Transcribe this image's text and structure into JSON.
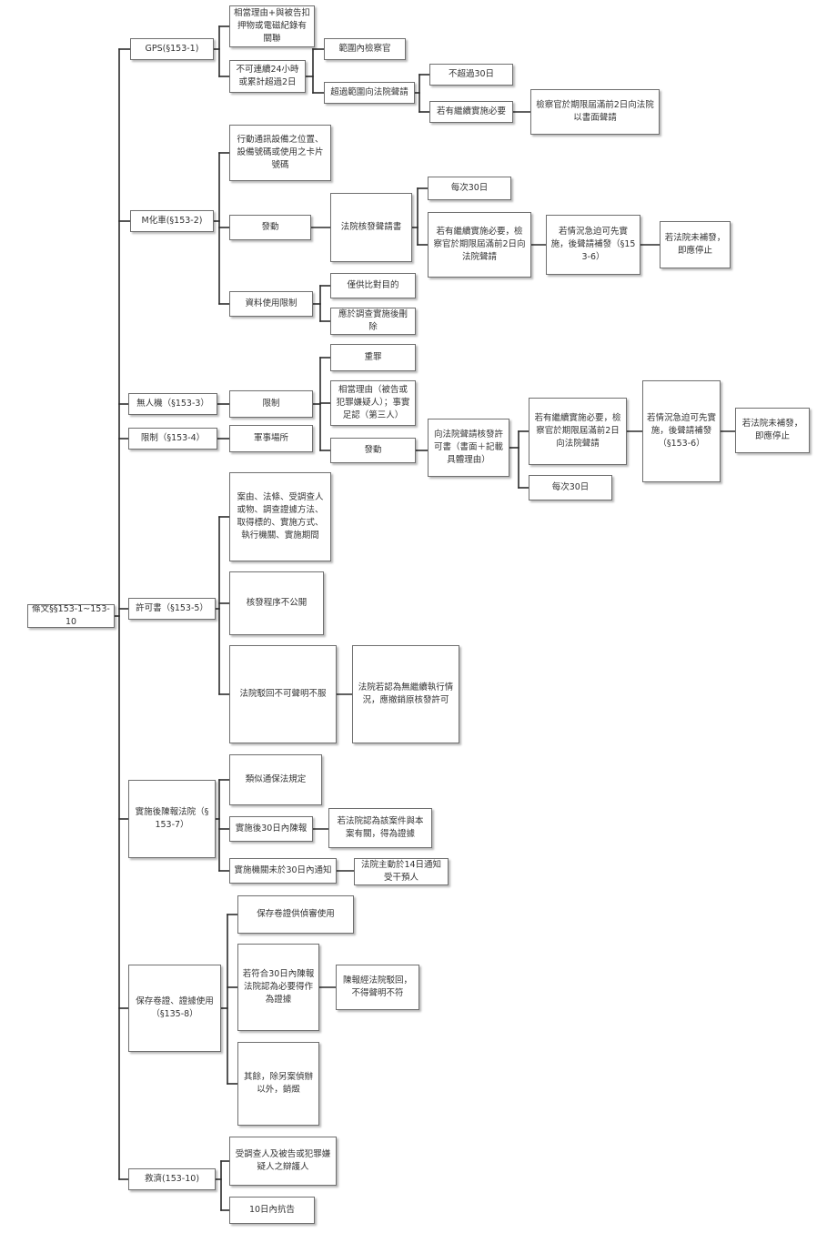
{
  "diagram": {
    "root": "條文§§153-1~153-10",
    "gps": {
      "label": "GPS(§153-1)",
      "cause": "相當理由+與被告扣押物或電磁紀錄有關聯",
      "limit": "不可連續24小時或累計超過2日",
      "within": "範圍內檢察官",
      "beyond": "超過範圍向法院聲請",
      "max30": "不超過30日",
      "continue": "若有繼續實施必要",
      "renew": "檢察官於期限屆滿前2日向法院以書面聲請"
    },
    "mcar": {
      "label": "M化車(§153-2)",
      "target": "行動通訊設備之位置、設備號碼或使用之卡片號碼",
      "launch": "發動",
      "court": "法院核發聲請書",
      "each30": "每次30日",
      "continue": "若有繼續實施必要，檢察官於期限屆滿前2日向法院聲請",
      "urgent": "若情況急迫可先實施，後聲請補發（§153-6）",
      "notissued": "若法院未補發，即應停止",
      "datalimit": "資料使用限制",
      "compareonly": "僅供比對目的",
      "delete": "應於調查實施後刪除"
    },
    "drone": {
      "label": "無人機（§153-3）",
      "limit": "限制",
      "felony": "重罪",
      "cause": "相當理由（被告或犯罪嫌疑人）；事實足認（第三人）",
      "launch": "發動",
      "court": "向法院聲請核發許可書（書面＋記載具體理由）",
      "continue": "若有繼續實施必要，檢察官於期限屆滿前2日向法院聲請",
      "urgent": "若情況急迫可先實施，後聲請補發（§153-6）",
      "notissued": "若法院未補發，即應停止",
      "each30": "每次30日"
    },
    "restrict": {
      "label": "限制（§153-4）",
      "military": "軍事場所"
    },
    "permit": {
      "label": "許可書（§153-5）",
      "items": "案由、法條、受調查人或物、調查證據方法、取得標的、實施方式、執行機關、實施期間",
      "closed": "核發程序不公開",
      "noappeal": "法院駁回不可聲明不服",
      "revoke": "法院若認為無繼續執行情況，應撤銷原核發許可"
    },
    "report": {
      "label": "實施後陳報法院（§153-7）",
      "similar": "類似通保法規定",
      "within30": "實施後30日內陳報",
      "evidence": "若法院認為該案件與本案有關，得為證據",
      "unnotified": "實施機關未於30日內通知",
      "notify14": "法院主動於14日通知受干預人"
    },
    "preserve": {
      "label": "保存卷證、證據使用（§135-8）",
      "keep": "保存卷證供偵審使用",
      "condition": "若符合30日內陳報法院認為必要得作為證據",
      "rejected": "陳報經法院駁回，不得聲明不符",
      "destroy": "其餘，除另案偵辦以外，銷燬"
    },
    "remedy": {
      "label": "救濟(153-10)",
      "who": "受調查人及被告或犯罪嫌疑人之辯護人",
      "appeal": "10日內抗告"
    }
  }
}
